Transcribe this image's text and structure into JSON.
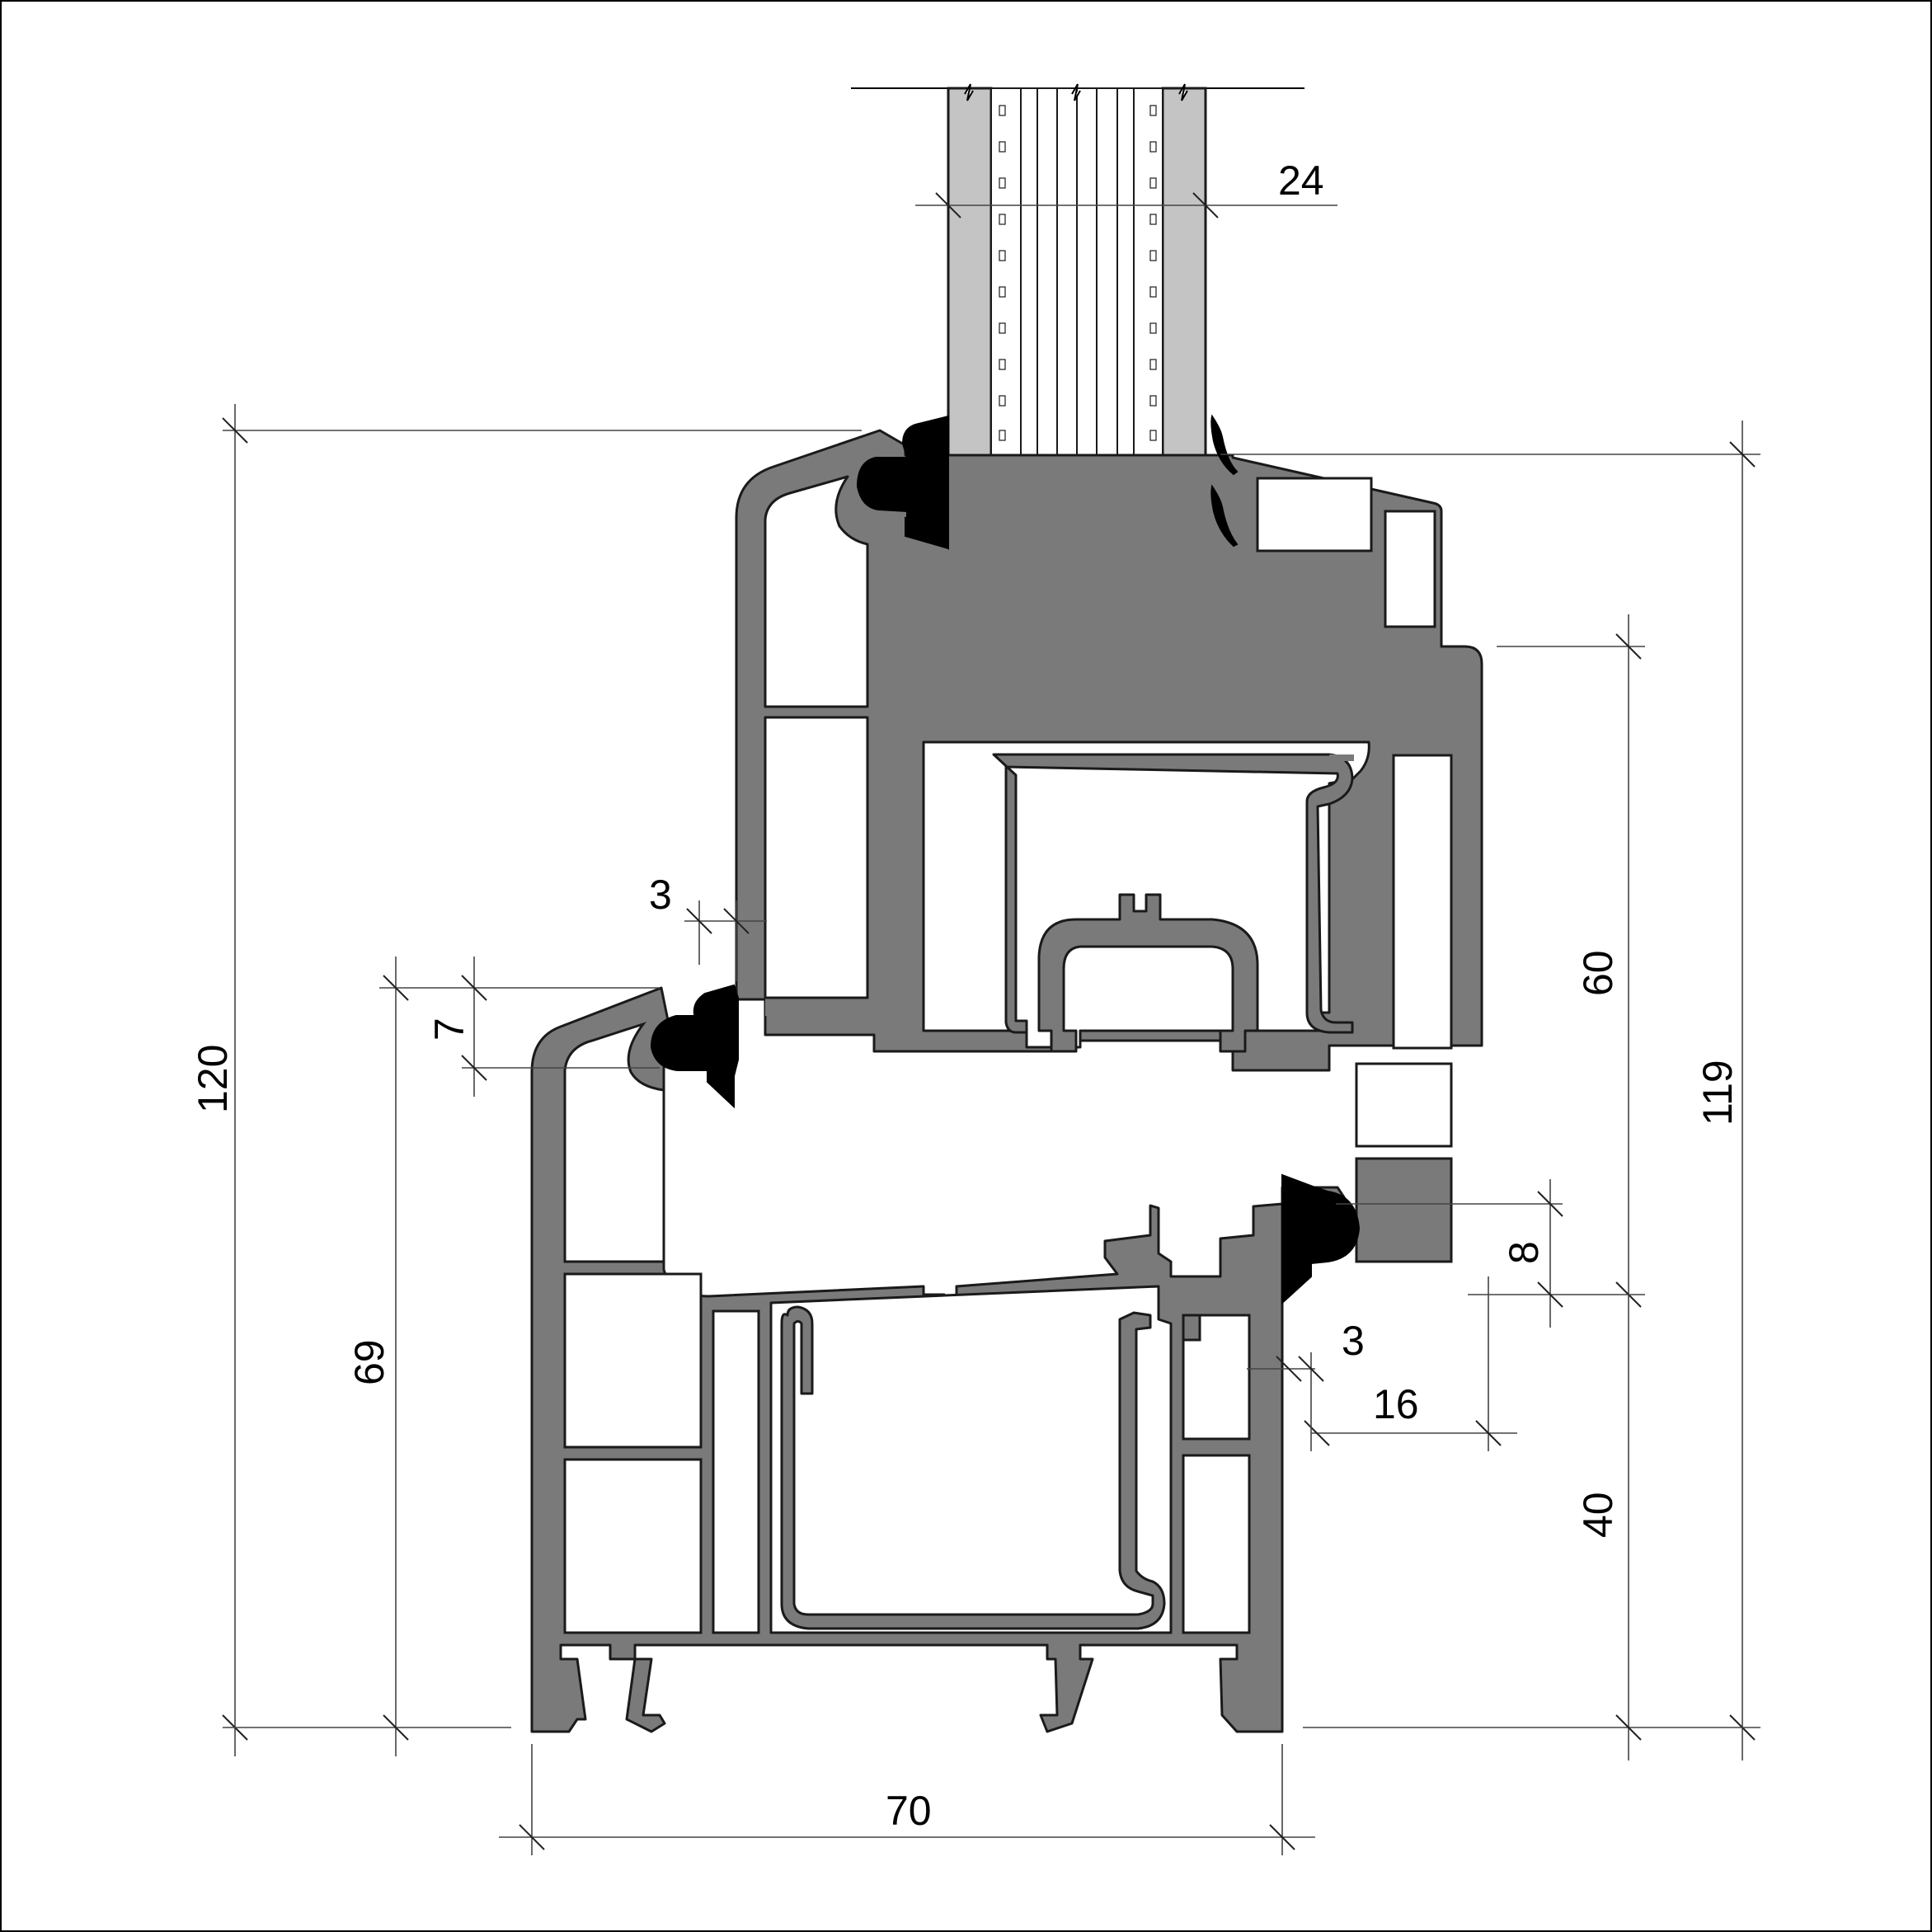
{
  "dimensions": {
    "glass_thickness": "24",
    "total_height": "120",
    "sash_height": "119",
    "frame_upper_height": "60",
    "frame_height": "69",
    "frame_lower_height": "40",
    "frame_depth": "70",
    "wall_thickness_top": "3",
    "wall_thickness_bottom": "3",
    "rebate_overlap": "7",
    "gasket_offset": "8",
    "rebate_depth": "16"
  }
}
